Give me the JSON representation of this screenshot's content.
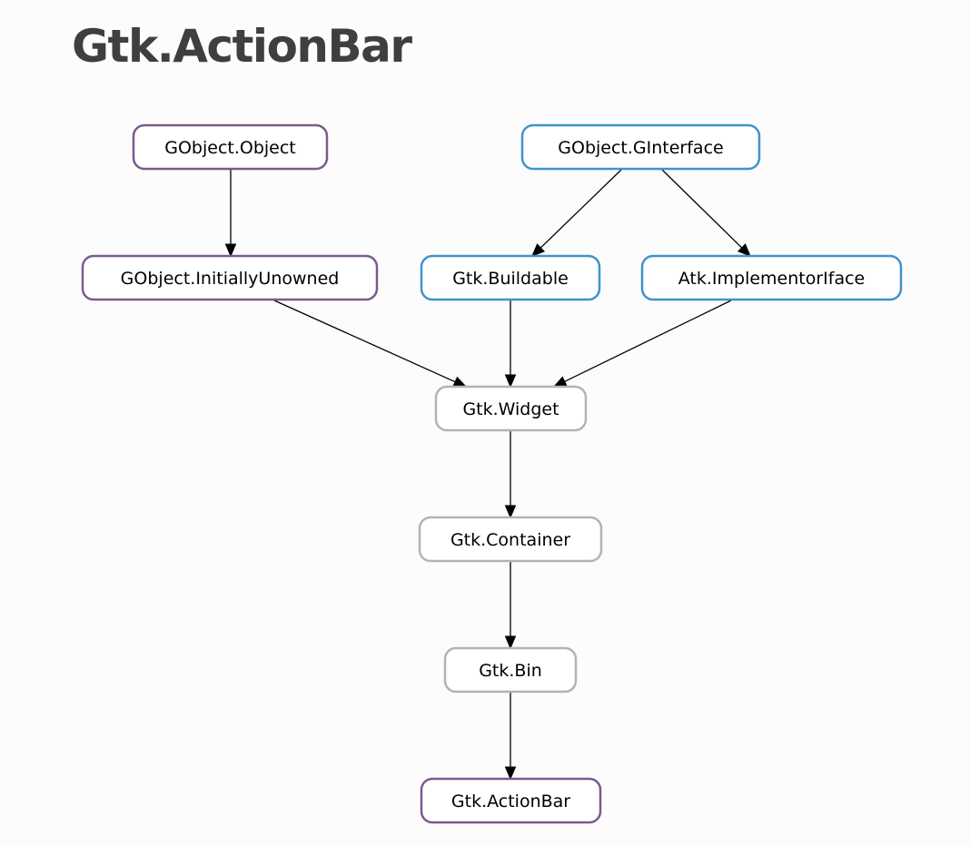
{
  "page": {
    "title": "Gtk.ActionBar"
  },
  "colors": {
    "class_border": "#7b5a8c",
    "interface_border": "#3f93cc",
    "ancestor_border": "#b3b3b3",
    "edge": "#000000",
    "title": "#3f3f3f"
  },
  "nodes": [
    {
      "id": "gobject-object",
      "label": "GObject.Object",
      "kind": "class"
    },
    {
      "id": "gobject-ginterface",
      "label": "GObject.GInterface",
      "kind": "interface"
    },
    {
      "id": "gobject-initiallyunowned",
      "label": "GObject.InitiallyUnowned",
      "kind": "class"
    },
    {
      "id": "gtk-buildable",
      "label": "Gtk.Buildable",
      "kind": "interface"
    },
    {
      "id": "atk-implementoriface",
      "label": "Atk.ImplementorIface",
      "kind": "interface"
    },
    {
      "id": "gtk-widget",
      "label": "Gtk.Widget",
      "kind": "ancestor"
    },
    {
      "id": "gtk-container",
      "label": "Gtk.Container",
      "kind": "ancestor"
    },
    {
      "id": "gtk-bin",
      "label": "Gtk.Bin",
      "kind": "ancestor"
    },
    {
      "id": "gtk-actionbar",
      "label": "Gtk.ActionBar",
      "kind": "class"
    }
  ],
  "edges": [
    {
      "from": "gobject-object",
      "to": "gobject-initiallyunowned"
    },
    {
      "from": "gobject-ginterface",
      "to": "gtk-buildable"
    },
    {
      "from": "gobject-ginterface",
      "to": "atk-implementoriface"
    },
    {
      "from": "gobject-initiallyunowned",
      "to": "gtk-widget"
    },
    {
      "from": "gtk-buildable",
      "to": "gtk-widget"
    },
    {
      "from": "atk-implementoriface",
      "to": "gtk-widget"
    },
    {
      "from": "gtk-widget",
      "to": "gtk-container"
    },
    {
      "from": "gtk-container",
      "to": "gtk-bin"
    },
    {
      "from": "gtk-bin",
      "to": "gtk-actionbar"
    }
  ]
}
